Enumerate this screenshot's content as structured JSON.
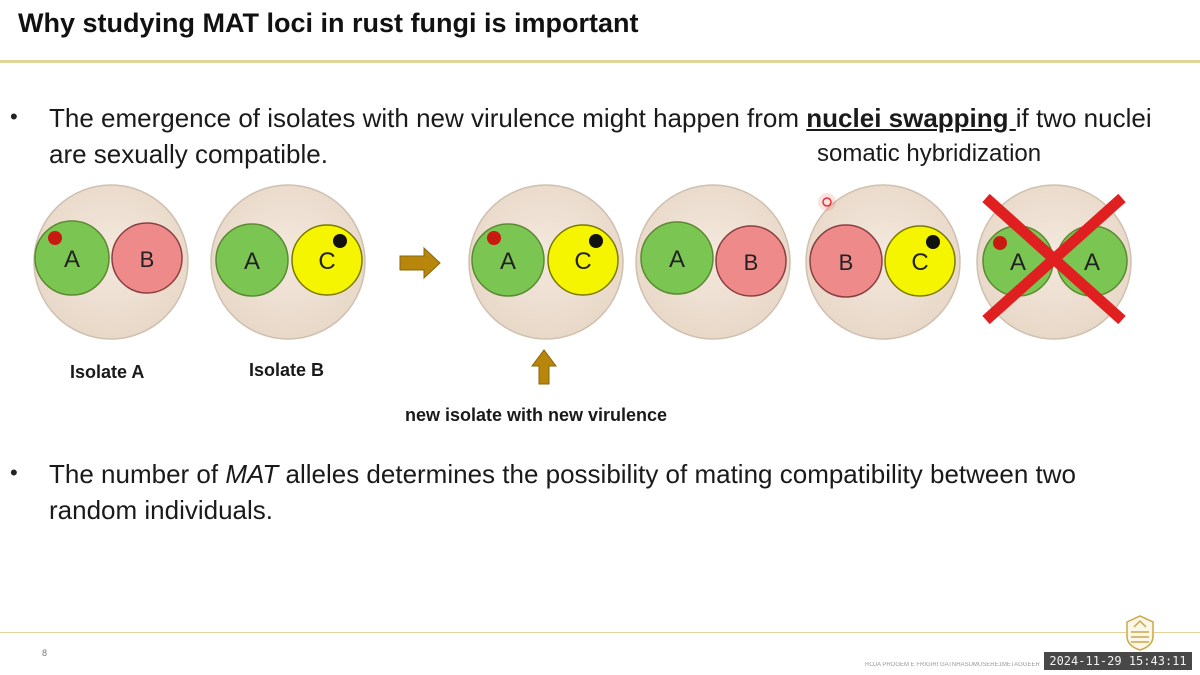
{
  "slide": {
    "title": "Why studying MAT loci in rust fungi is important",
    "bullet1": {
      "before": "The emergence of isolates with new virulence might happen from ",
      "emphasis": "nuclei swapping ",
      "after": "if two nuclei are sexually compatible."
    },
    "annotation": "somatic hybridization",
    "bullet2": {
      "before": "The number of ",
      "italic": "MAT",
      "after": " alleles determines the possibility of mating compatibility between two random individuals."
    },
    "captions": {
      "isolate_a": "Isolate A",
      "isolate_b": "Isolate B",
      "new_isolate": "new isolate with new virulence"
    },
    "page_number": "8",
    "footer_small_text": "ROJA PROGEM E FRIGIRI GATNHASUMUSERE1METAGGEERTAIA",
    "timestamp": "2024-11-29  15:43:11"
  },
  "cells": [
    {
      "nuclei": [
        "A",
        "B"
      ],
      "marks": [
        "red-dot"
      ],
      "crossed": false
    },
    {
      "nuclei": [
        "A",
        "C"
      ],
      "marks": [
        "black-dot"
      ],
      "crossed": false
    },
    {
      "nuclei": [
        "A",
        "C"
      ],
      "marks": [
        "red-dot",
        "black-dot"
      ],
      "crossed": false
    },
    {
      "nuclei": [
        "A",
        "B"
      ],
      "marks": [],
      "crossed": false
    },
    {
      "nuclei": [
        "B",
        "C"
      ],
      "marks": [
        "black-dot"
      ],
      "crossed": false
    },
    {
      "nuclei": [
        "A",
        "A"
      ],
      "marks": [
        "red-dot"
      ],
      "crossed": true
    }
  ],
  "colors": {
    "allele_A": "#7bc653",
    "allele_B": "#ee8a8a",
    "allele_C": "#f5f500",
    "cell_fill": "#efe1d4",
    "arrow": "#b8860b",
    "cross": "#e02020",
    "rule": "#e3d59a"
  }
}
